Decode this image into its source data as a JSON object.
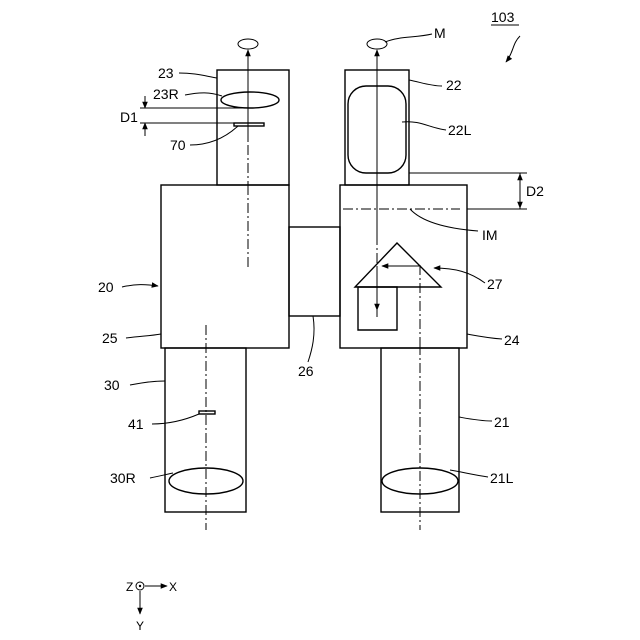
{
  "figure_number": "103",
  "labels": {
    "M": "M",
    "l23": "23",
    "l23R": "23R",
    "lD1": "D1",
    "l70": "70",
    "l22": "22",
    "l22L": "22L",
    "lD2": "D2",
    "lIM": "IM",
    "l20": "20",
    "l27": "27",
    "l25": "25",
    "l24": "24",
    "l26": "26",
    "l30": "30",
    "l41": "41",
    "l21": "21",
    "l30R": "30R",
    "l21L": "21L"
  },
  "axes": {
    "z": "Z",
    "x": "X",
    "y": "Y"
  }
}
